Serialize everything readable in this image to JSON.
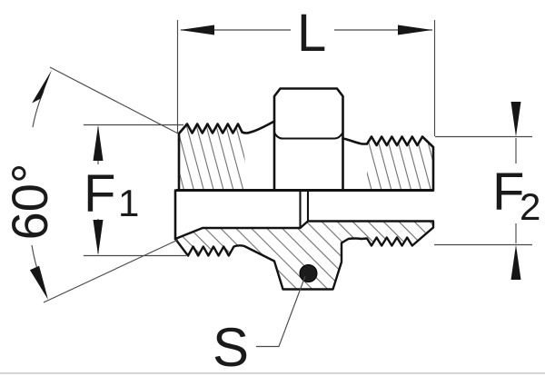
{
  "drawing": {
    "type": "technical-drawing",
    "subject": "male-male threaded adapter fitting, half-section view",
    "labels": {
      "length": "L",
      "angle": "60°",
      "f1_main": "F",
      "f1_sub": "1",
      "f2_main": "F",
      "f2_sub": "2",
      "hex_width": "S"
    },
    "colors": {
      "background": "#ffffff",
      "outline": "#121212",
      "dimension_lines": "#4a4a4a",
      "hatch": "#6e6e6e",
      "arrowheads": "#161616"
    }
  }
}
